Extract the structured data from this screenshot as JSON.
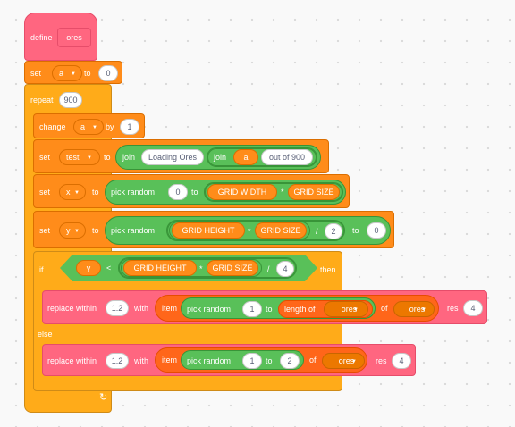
{
  "define": {
    "label": "define",
    "name": "ores"
  },
  "set_a": {
    "label": "set",
    "var": "a",
    "to": "to",
    "value": "0"
  },
  "repeat": {
    "label": "repeat",
    "count": "900"
  },
  "change_a": {
    "label": "change",
    "var": "a",
    "by": "by",
    "value": "1"
  },
  "set_test": {
    "label": "set",
    "var": "test",
    "to": "to",
    "join": "join",
    "text": "Loading Ores",
    "join2": "join",
    "var_a": "a",
    "suffix": "out of 900"
  },
  "set_x": {
    "label": "set",
    "var": "x",
    "to": "to",
    "pick": "pick random",
    "min": "0",
    "to2": "to",
    "width": "GRID WIDTH",
    "op": "*",
    "size": "GRID SIZE"
  },
  "set_y": {
    "label": "set",
    "var": "y",
    "to": "to",
    "pick": "pick random",
    "height": "GRID HEIGHT",
    "op": "*",
    "size": "GRID SIZE",
    "div": "/",
    "divisor": "2",
    "to2": "to",
    "max": "0"
  },
  "if_block": {
    "label": "if",
    "var_y": "y",
    "lt": "<",
    "height": "GRID HEIGHT",
    "op": "*",
    "size": "GRID SIZE",
    "div": "/",
    "divisor": "4",
    "then": "then"
  },
  "replace1": {
    "label": "replace within",
    "value": "1.2",
    "with": "with",
    "item": "item",
    "pick": "pick random",
    "min": "1",
    "to": "to",
    "length": "length of",
    "list": "ores",
    "of": "of",
    "list2": "ores",
    "res": "res",
    "res_val": "4"
  },
  "else": {
    "label": "else"
  },
  "replace2": {
    "label": "replace within",
    "value": "1.2",
    "with": "with",
    "item": "item",
    "pick": "pick random",
    "min": "1",
    "to": "to",
    "max": "2",
    "of": "of",
    "list": "ores",
    "res": "res",
    "res_val": "4"
  },
  "icons": {
    "dropdown": "▼",
    "loop": "↻"
  },
  "colors": {
    "events_custom": "#ff6680",
    "variables": "#ff8c1a",
    "control": "#ffab19",
    "operators": "#59c059"
  }
}
